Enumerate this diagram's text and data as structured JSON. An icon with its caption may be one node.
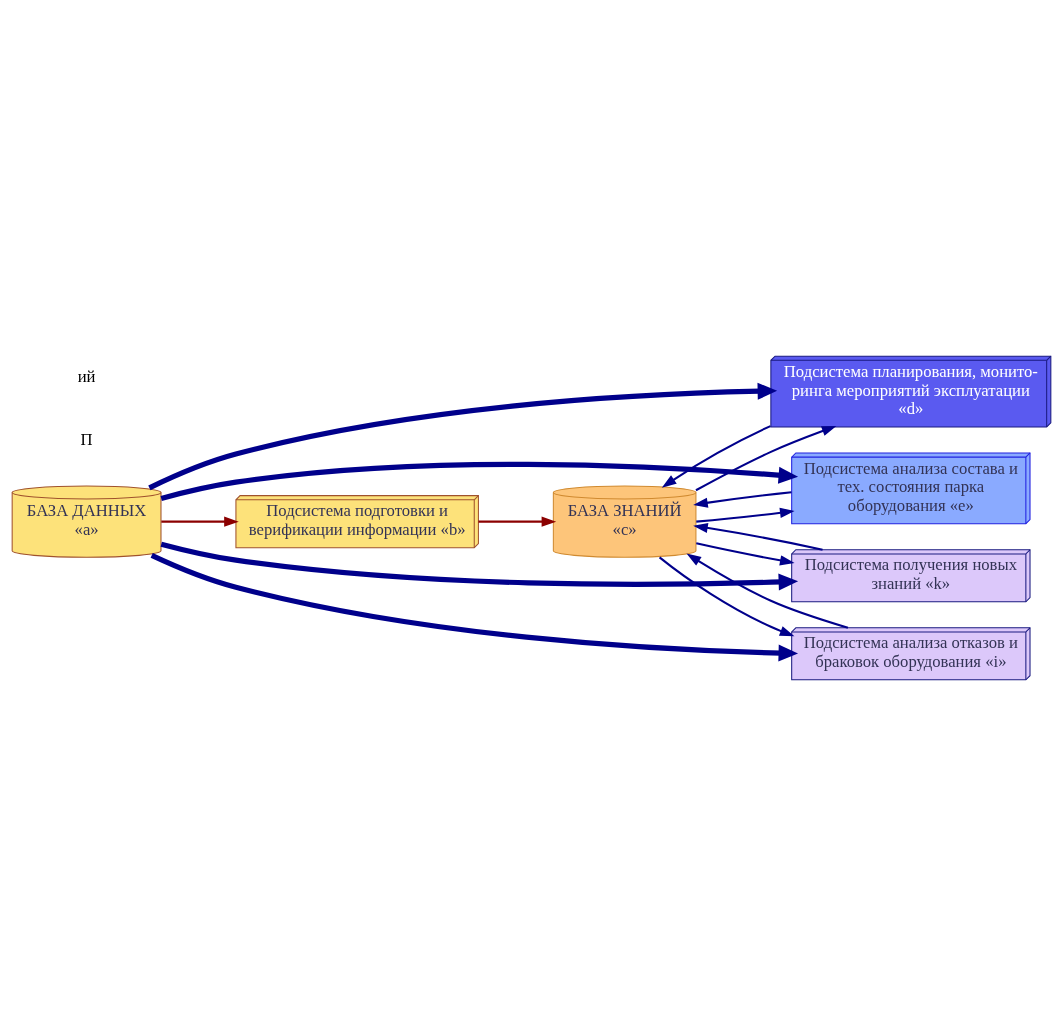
{
  "diagram": {
    "nodes": [
      {
        "text": [
          "БАЗА ДАННЫХ «a»"
        ]
      },
      {
        "text": [
          "Подсистема подготовки и верификации информации «b»"
        ]
      },
      {
        "text": [
          "БАЗА ЗНАНИЙ «c»"
        ]
      },
      {
        "text": [
          "Подсистема планирования, монито- ринга мероприятий эксплуатации «d»"
        ]
      },
      {
        "text": [
          "Подсистема анализа состава и тех. состояния парка оборудования «e»"
        ]
      },
      {
        "text": [
          "Подсистема получения новых знаний «k»"
        ]
      },
      {
        "text": [
          "Подсистема анализа отказов и браковок оборудования «i»"
        ]
      }
    ],
    "edges": [
      {
        "from": 0,
        "to": 1,
        "arrow": "to",
        "color": "#8b0000"
      },
      {
        "from": 1,
        "to": 2,
        "arrow": "to",
        "color": "#8b0000"
      },
      {
        "from": 0,
        "to": 3,
        "arrow": "to",
        "style": "thick"
      },
      {
        "from": 0,
        "to": 4,
        "arrow": "to",
        "style": "thick"
      },
      {
        "from": 0,
        "to": 5,
        "arrow": "to",
        "style": "thick"
      },
      {
        "from": 0,
        "to": 6,
        "arrow": "to",
        "style": "thick"
      },
      {
        "from": 3,
        "to": 2,
        "arrow": "to"
      },
      {
        "from": 2,
        "to": 3,
        "arrow": "to"
      },
      {
        "from": 4,
        "to": 2,
        "arrow": "to"
      },
      {
        "from": 2,
        "to": 4,
        "arrow": "to"
      },
      {
        "from": 5,
        "to": 2,
        "arrow": "to"
      },
      {
        "from": 2,
        "to": 5,
        "arrow": "to"
      },
      {
        "from": 6,
        "to": 2,
        "arrow": "to"
      },
      {
        "from": 2,
        "to": 6,
        "arrow": "to"
      }
    ],
    "labels": [
      "П",
      "ий"
    ]
  }
}
